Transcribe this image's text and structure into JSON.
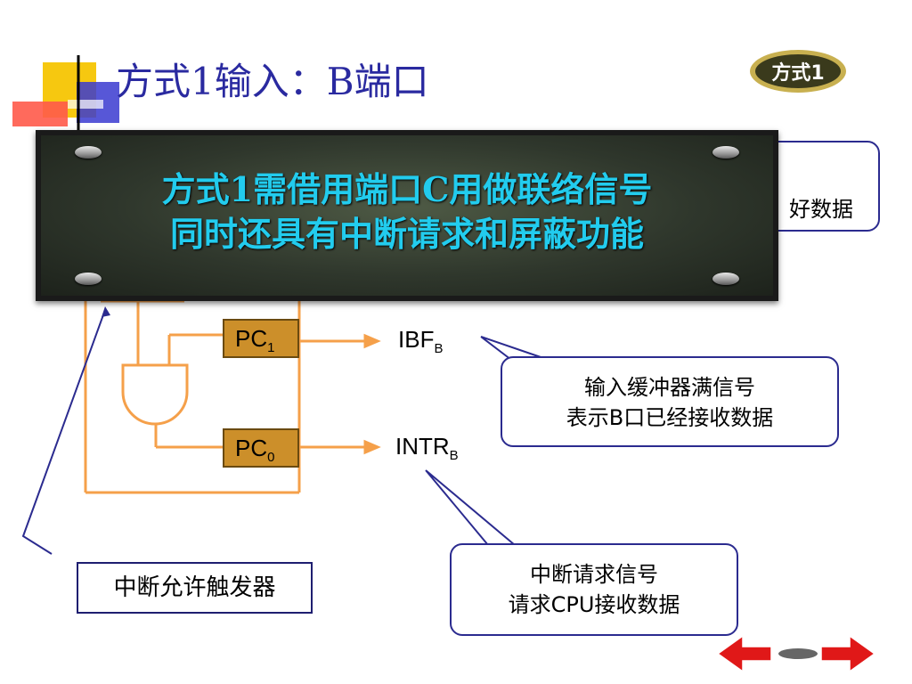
{
  "title": "方式1输入：B端口",
  "badge": {
    "text": "方式1"
  },
  "board": {
    "line1": "方式1需借用端口C用做联络信号",
    "line2": "同时还具有中断请求和屏蔽功能"
  },
  "callout_top": {
    "visible_text": "好数据"
  },
  "pins": {
    "pc1": {
      "name": "PC",
      "sub": "1"
    },
    "pc0": {
      "name": "PC",
      "sub": "0"
    }
  },
  "signals": {
    "ibf": {
      "name": "IBF",
      "sub": "B"
    },
    "intr": {
      "name": "INTR",
      "sub": "B"
    }
  },
  "callout_ibf": {
    "line1": "输入缓冲器满信号",
    "line2": "表示B口已经接收数据"
  },
  "callout_intr": {
    "line1": "中断请求信号",
    "line2": "请求CPU接收数据"
  },
  "label_inte": "中断允许触发器",
  "colors": {
    "title": "#2a2aa0",
    "board_text": "#22ccee",
    "wire": "#f5a04a",
    "pin_fill": "#cc8f2a",
    "callout_border": "#2b2b8f"
  }
}
